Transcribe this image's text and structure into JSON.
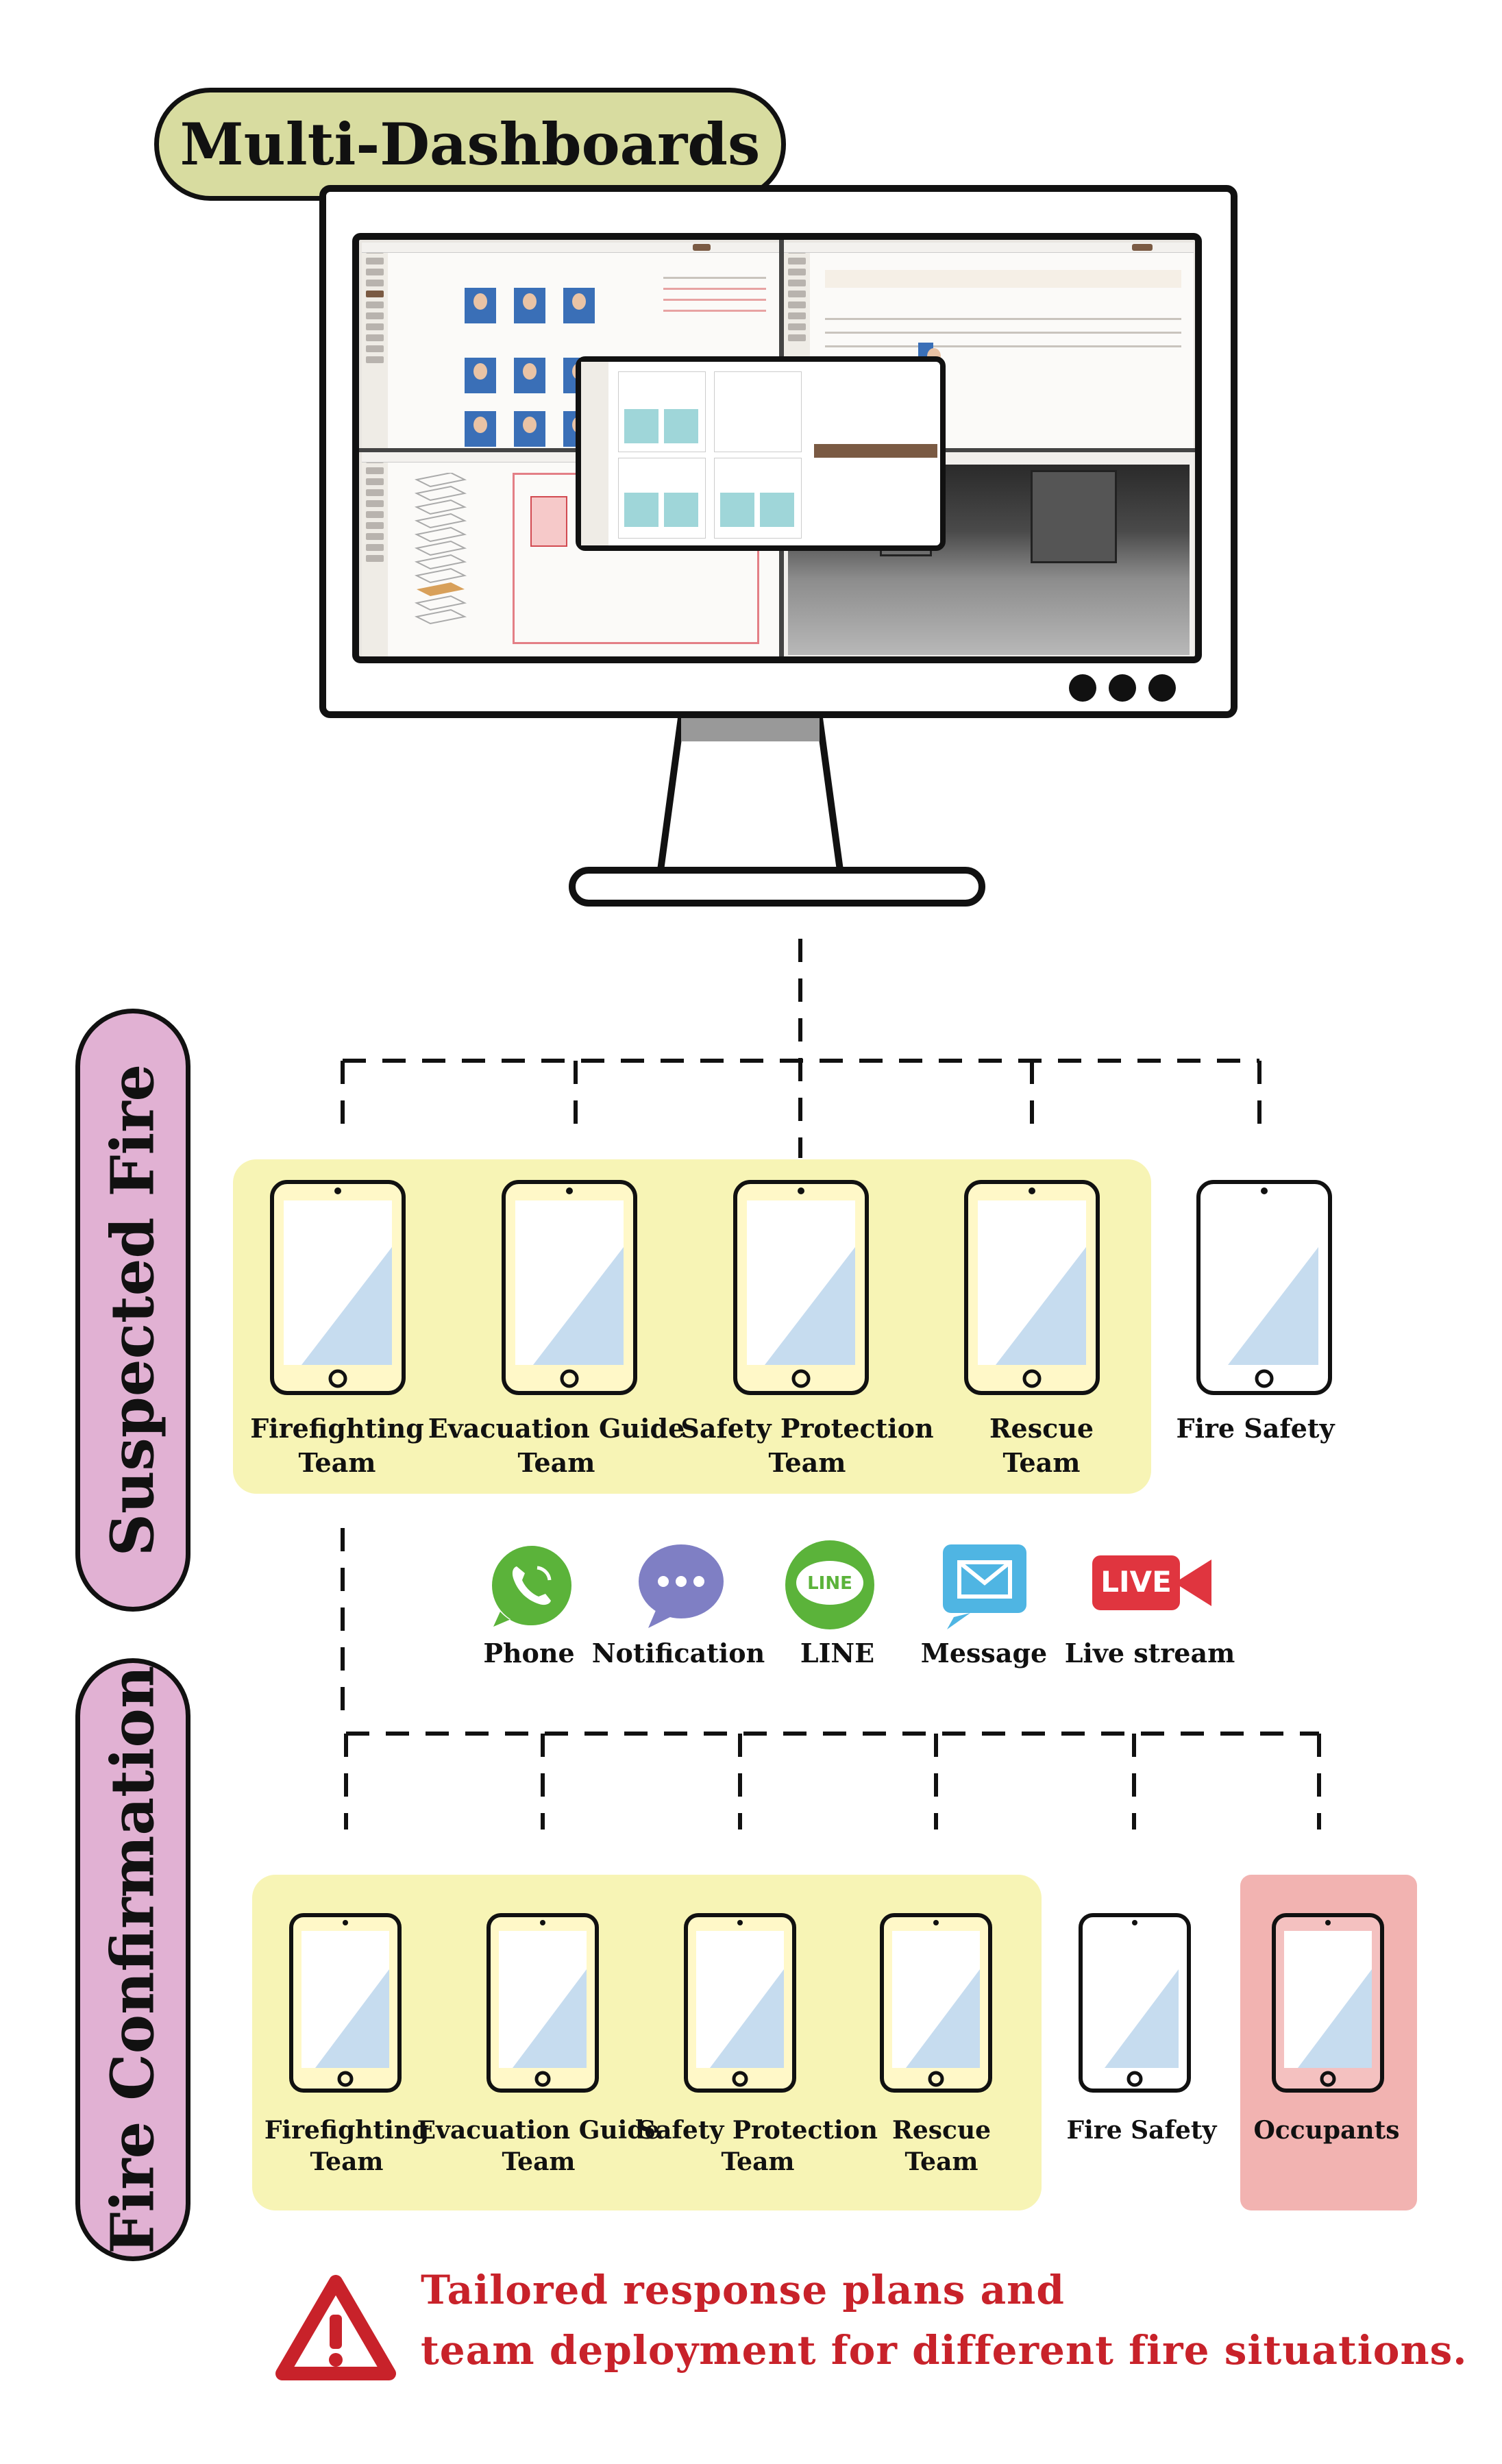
{
  "title": "Multi-Dashboards",
  "stages": [
    {
      "label": "Suspected Fire",
      "teams": [
        {
          "line1": "Firefighting",
          "line2": "Team"
        },
        {
          "line1": "Evacuation Guide",
          "line2": "Team"
        },
        {
          "line1": "Safety Protection",
          "line2": "Team"
        },
        {
          "line1": "Rescue",
          "line2": "Team"
        },
        {
          "line1": "Fire Safety",
          "line2": ""
        }
      ]
    },
    {
      "label": "Fire Confirmation",
      "teams": [
        {
          "line1": "Firefighting",
          "line2": "Team"
        },
        {
          "line1": "Evacuation Guide",
          "line2": "Team"
        },
        {
          "line1": "Safety Protection",
          "line2": "Team"
        },
        {
          "line1": "Rescue",
          "line2": "Team"
        },
        {
          "line1": "Fire Safety",
          "line2": ""
        },
        {
          "line1": "Occupants",
          "line2": ""
        }
      ]
    }
  ],
  "channels": [
    {
      "label": "Phone",
      "icon": "phone-icon",
      "color": "#5bb33a"
    },
    {
      "label": "Notification",
      "icon": "chat-bubble-icon",
      "color": "#7f7fc4"
    },
    {
      "label": "LINE",
      "icon": "line-icon",
      "color": "#5bb33a"
    },
    {
      "label": "Message",
      "icon": "envelope-icon",
      "color": "#4fb5e3"
    },
    {
      "label": "Live stream",
      "icon": "live-camera-icon",
      "color": "#e0353f"
    }
  ],
  "live_badge": "LIVE",
  "line_badge": "LINE",
  "footer": {
    "line1": "Tailored response plans and",
    "line2": "team deployment for different fire situations."
  },
  "colors": {
    "title_pill": "#d8dca0",
    "stage_pill": "#e1b1d3",
    "team_group": "#f7f4b5",
    "occupants_box": "#f2b3b1",
    "warning": "#c8222a",
    "phone_screen": "#c6dcef"
  }
}
